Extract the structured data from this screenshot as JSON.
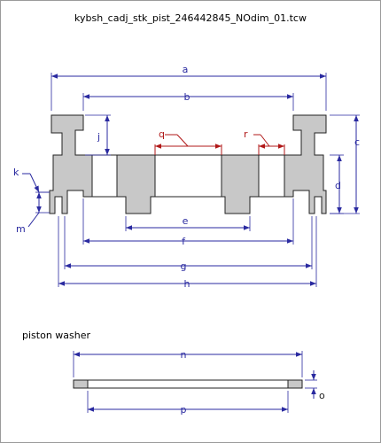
{
  "drawing": {
    "title": "kybsh_cadj_stk_pist_246442845_NOdim_01.tcw",
    "washer_label": "piston washer"
  },
  "dimensions": {
    "a": "a",
    "b": "b",
    "c": "c",
    "d": "d",
    "e": "e",
    "f": "f",
    "g": "g",
    "h": "h",
    "j": "j",
    "k": "k",
    "m": "m",
    "q": "q",
    "r": "r",
    "n": "n",
    "o": "o",
    "p": "p"
  },
  "colors": {
    "part_fill": "#c8c8c8",
    "dimension_blue": "#2a2aa0",
    "dimension_red": "#b01818"
  }
}
